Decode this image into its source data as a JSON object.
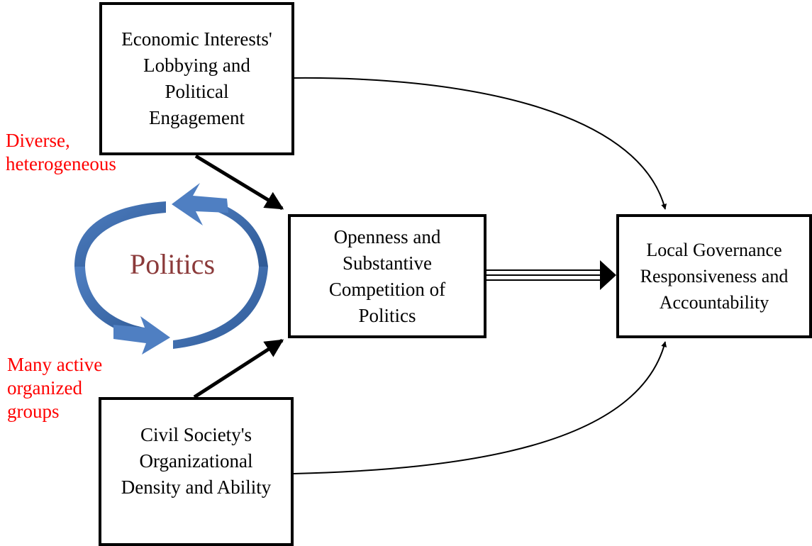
{
  "diagram": {
    "nodes": {
      "economic": "Economic Interests'\nLobbying and\nPolitical\nEngagement",
      "openness": "Openness and\nSubstantive\nCompetition of\nPolitics",
      "local": "Local Governance\nResponsiveness and\nAccountability",
      "civil": "Civil Society's\nOrganizational\nDensity and Ability"
    },
    "cycle": {
      "label": "Politics"
    },
    "annotations": {
      "diverse": "Diverse,\nheterogeneous",
      "groups": "Many active\norganized\ngroups"
    },
    "edges": [
      {
        "from": "economic",
        "to": "openness",
        "style": "thick"
      },
      {
        "from": "civil",
        "to": "openness",
        "style": "thick"
      },
      {
        "from": "openness",
        "to": "local",
        "style": "triple"
      },
      {
        "from": "economic",
        "to": "local",
        "style": "curved"
      },
      {
        "from": "civil",
        "to": "local",
        "style": "curved"
      }
    ],
    "colors": {
      "annotation": "#ff0000",
      "cycle_label": "#8b3a3a",
      "cycle_arrow": "#4f7fc2",
      "cycle_arrow_dark": "#2f5a96",
      "line": "#000000"
    }
  }
}
